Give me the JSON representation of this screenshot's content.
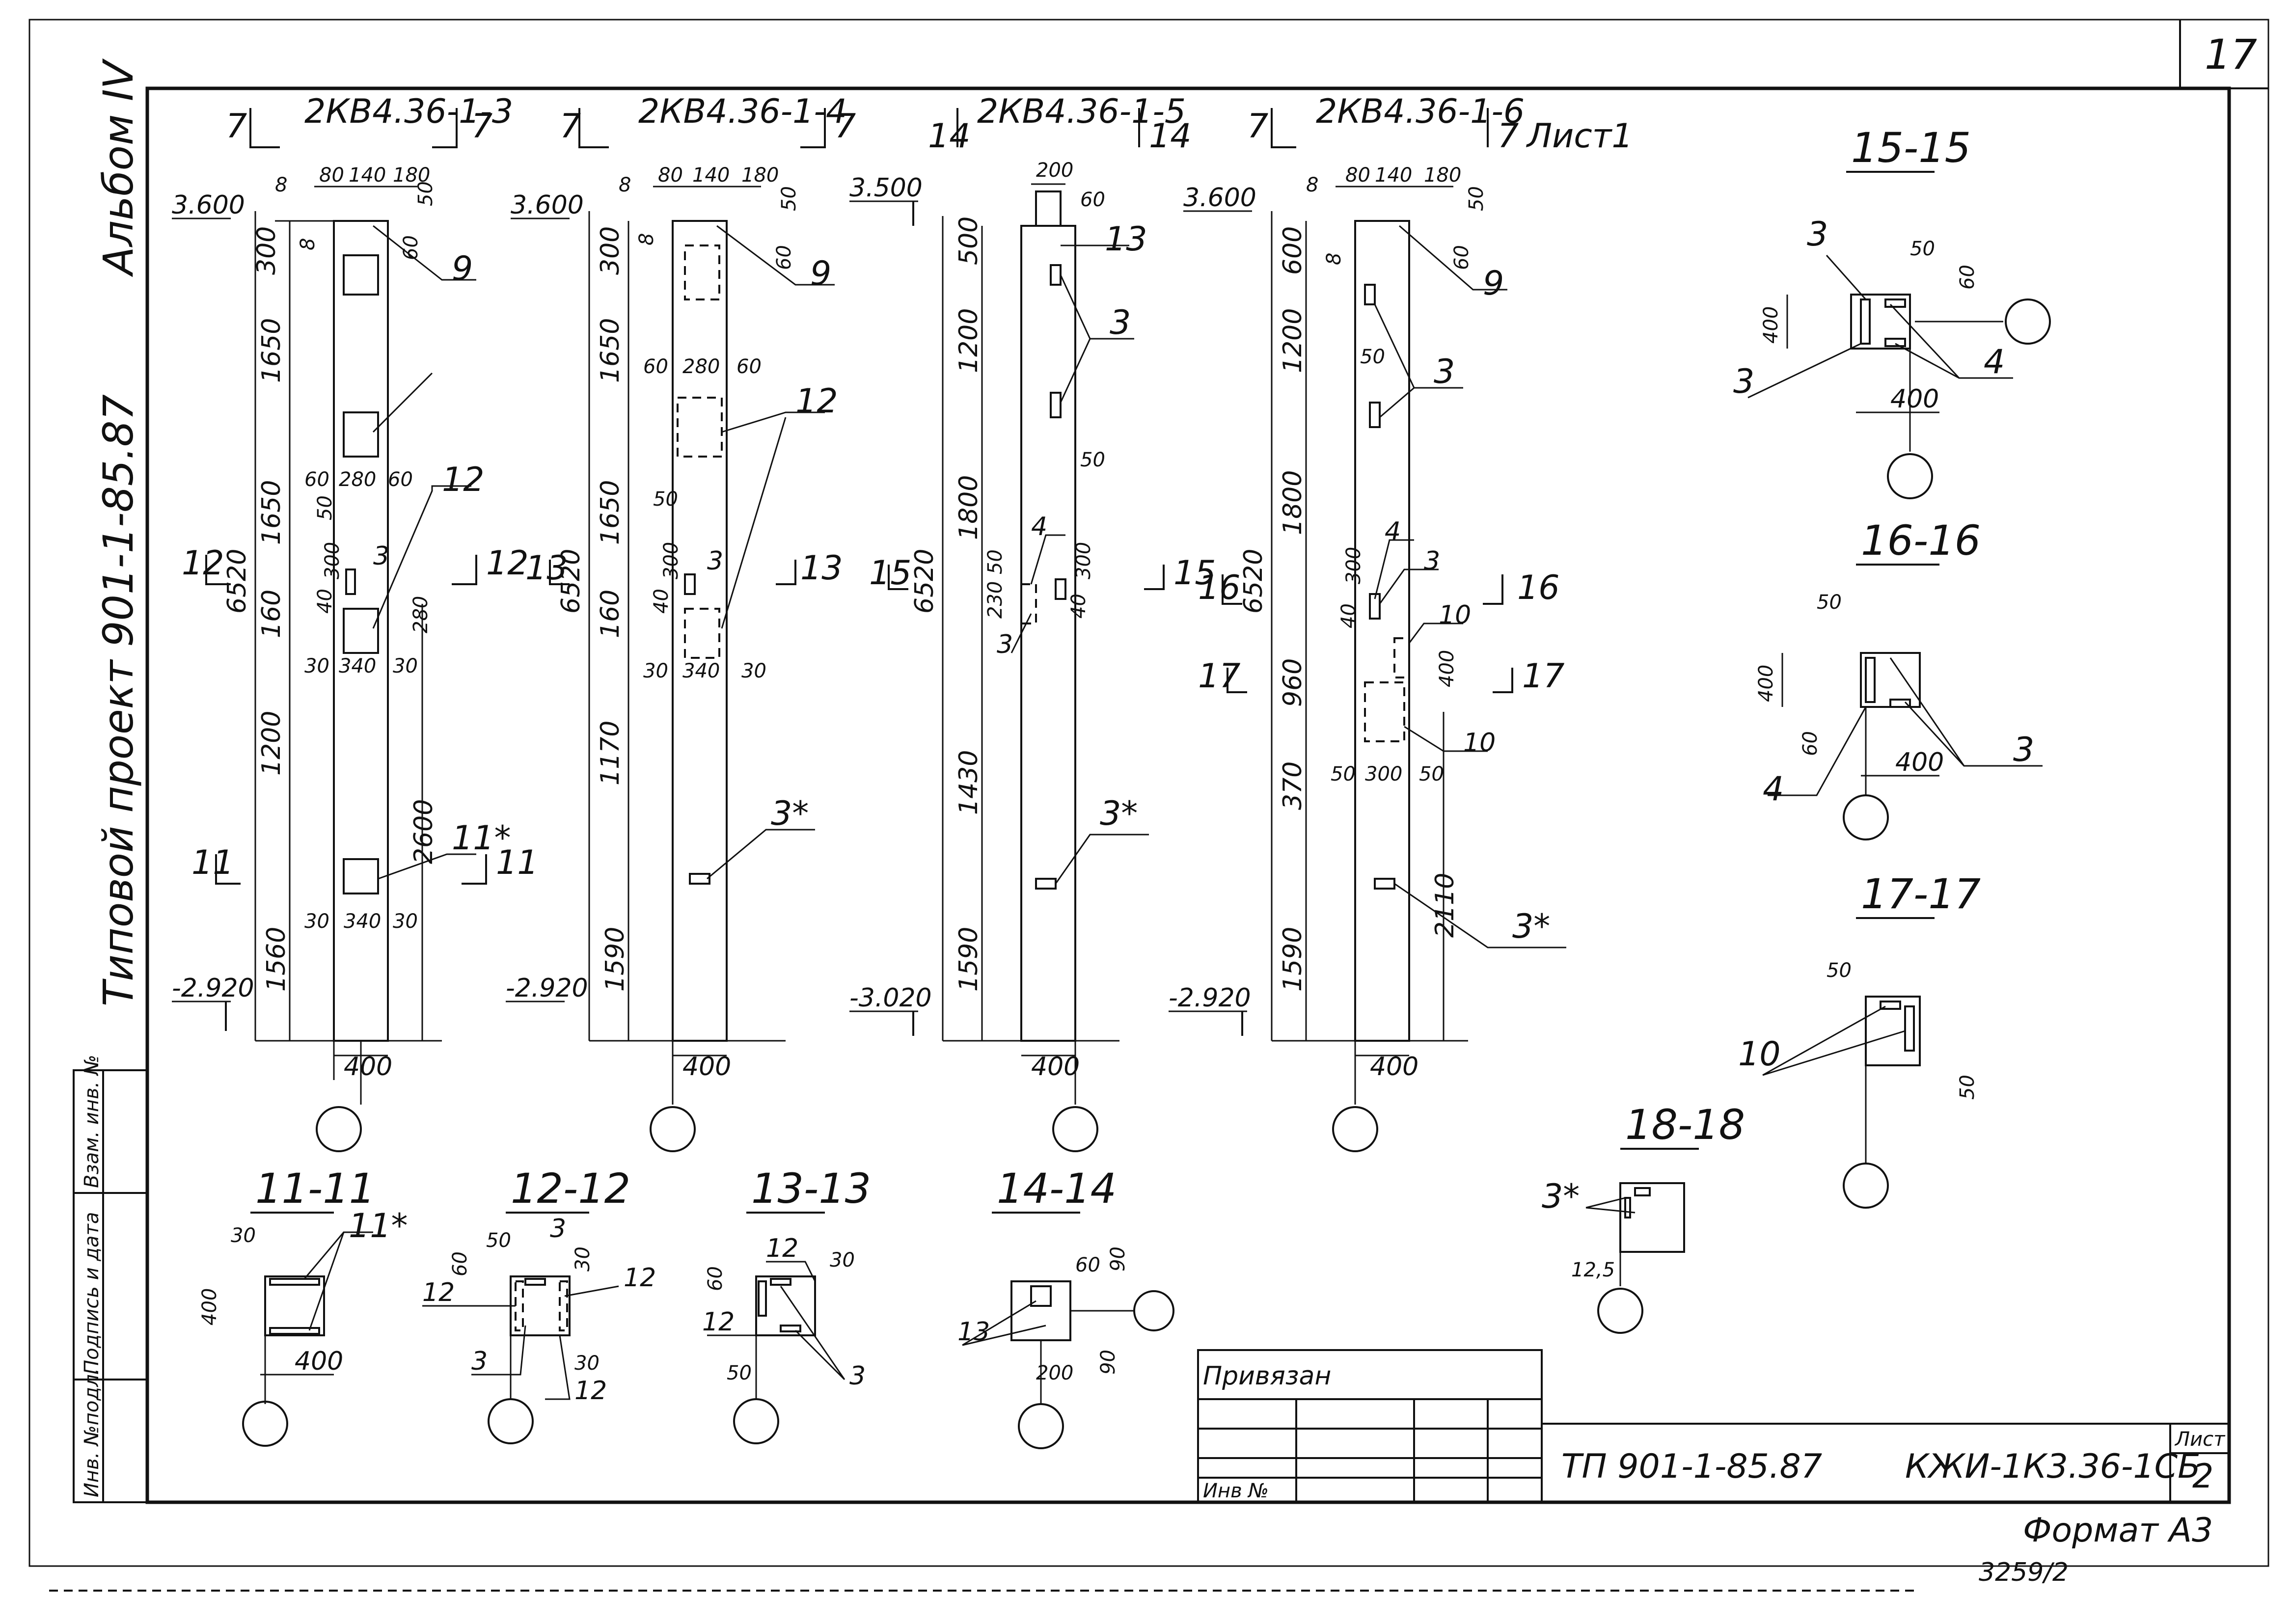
{
  "sheet": {
    "sheet_corner_number": "17",
    "album_label": "Альбом IV",
    "project_label": "Типовой проект 901-1-85.87",
    "side_stamp": [
      "Инв. №подл.",
      "Подпись и дата",
      "Взам. инв. №"
    ]
  },
  "columns": [
    {
      "mark": "2КВ4.36-1-3",
      "sect_top": "7",
      "top_level": "3.600",
      "bottom_level": "-2.920",
      "height": "6520",
      "segments": [
        "300",
        "1650",
        "1650",
        "160",
        "1200",
        "1560"
      ],
      "width": "400",
      "top_dims": [
        "8",
        "80",
        "140",
        "180",
        "50",
        "60",
        "8"
      ],
      "labels": [
        "9",
        "12",
        "3",
        "11*"
      ],
      "inner_dims": [
        "60",
        "280",
        "60",
        "50",
        "300",
        "40",
        "30",
        "340",
        "30",
        "280",
        "2600",
        "30",
        "340",
        "30"
      ],
      "cuts": [
        "12",
        "11"
      ]
    },
    {
      "mark": "2КВ4.36-1-4",
      "sect_top": "7",
      "top_level": "3.600",
      "bottom_level": "-2.920",
      "height": "6520",
      "segments": [
        "300",
        "1650",
        "1650",
        "160",
        "1170",
        "1590"
      ],
      "width": "400",
      "top_dims": [
        "8",
        "80",
        "140",
        "180",
        "50",
        "60",
        "8"
      ],
      "labels": [
        "9",
        "12",
        "3",
        "3*"
      ],
      "inner_dims": [
        "60",
        "280",
        "60",
        "50",
        "300",
        "40",
        "30",
        "340",
        "30"
      ],
      "cuts": [
        "13"
      ]
    },
    {
      "mark": "2КВ4.36-1-5",
      "sect_top": "14",
      "top_level": "3.500",
      "bottom_level": "-3.020",
      "height": "6520",
      "segments": [
        "500",
        "1200",
        "1800",
        "1430",
        "1590"
      ],
      "width": "400",
      "top_dims": [
        "200",
        "60"
      ],
      "labels": [
        "13",
        "3",
        "4",
        "3",
        "3*"
      ],
      "inner_dims": [
        "50",
        "50",
        "230",
        "300",
        "40"
      ],
      "cuts": [
        "15"
      ]
    },
    {
      "mark": "2КВ4.36-1-6",
      "sect_top": "7",
      "sheet_ref": "Лист1",
      "top_level": "3.600",
      "bottom_level": "-2.920",
      "height": "6520",
      "segments": [
        "600",
        "1200",
        "1800",
        "960",
        "370",
        "1590"
      ],
      "width": "400",
      "top_dims": [
        "8",
        "80",
        "140",
        "180",
        "50",
        "60",
        "8"
      ],
      "labels": [
        "9",
        "3",
        "4",
        "3",
        "10",
        "10",
        "3*"
      ],
      "inner_dims": [
        "50",
        "300",
        "40",
        "400",
        "50",
        "300",
        "50",
        "2110"
      ],
      "cuts": [
        "16",
        "17"
      ]
    }
  ],
  "sections": {
    "s11": {
      "title": "11-11",
      "dims": [
        "30",
        "400",
        "400"
      ],
      "labels": [
        "11*"
      ]
    },
    "s12": {
      "title": "12-12",
      "dims": [
        "50",
        "60",
        "30",
        "30"
      ],
      "labels": [
        "3",
        "12",
        "12",
        "3",
        "12"
      ]
    },
    "s13": {
      "title": "13-13",
      "dims": [
        "60",
        "30",
        "50"
      ],
      "labels": [
        "12",
        "12",
        "3"
      ]
    },
    "s14": {
      "title": "14-14",
      "dims": [
        "60",
        "90",
        "200",
        "90"
      ],
      "labels": [
        "13"
      ]
    },
    "s15": {
      "title": "15-15",
      "dims": [
        "50",
        "60",
        "400",
        "400"
      ],
      "labels": [
        "3",
        "3",
        "4"
      ]
    },
    "s16": {
      "title": "16-16",
      "dims": [
        "50",
        "400",
        "60",
        "400"
      ],
      "labels": [
        "4",
        "3"
      ]
    },
    "s17": {
      "title": "17-17",
      "dims": [
        "50",
        "50"
      ],
      "labels": [
        "10"
      ]
    },
    "s18": {
      "title": "18-18",
      "dims": [
        "12,5"
      ],
      "labels": [
        "3*"
      ]
    }
  },
  "title_block": {
    "attached_label": "Привязан",
    "inv_label": "Инв №",
    "project_code": "ТП 901-1-85.87",
    "drawing_code": "КЖИ-1К3.36-1СБ",
    "sheet_label": "Лист",
    "sheet_number": "2"
  },
  "footer": {
    "format_label": "Формат А3",
    "archive_number": "3259/2"
  }
}
